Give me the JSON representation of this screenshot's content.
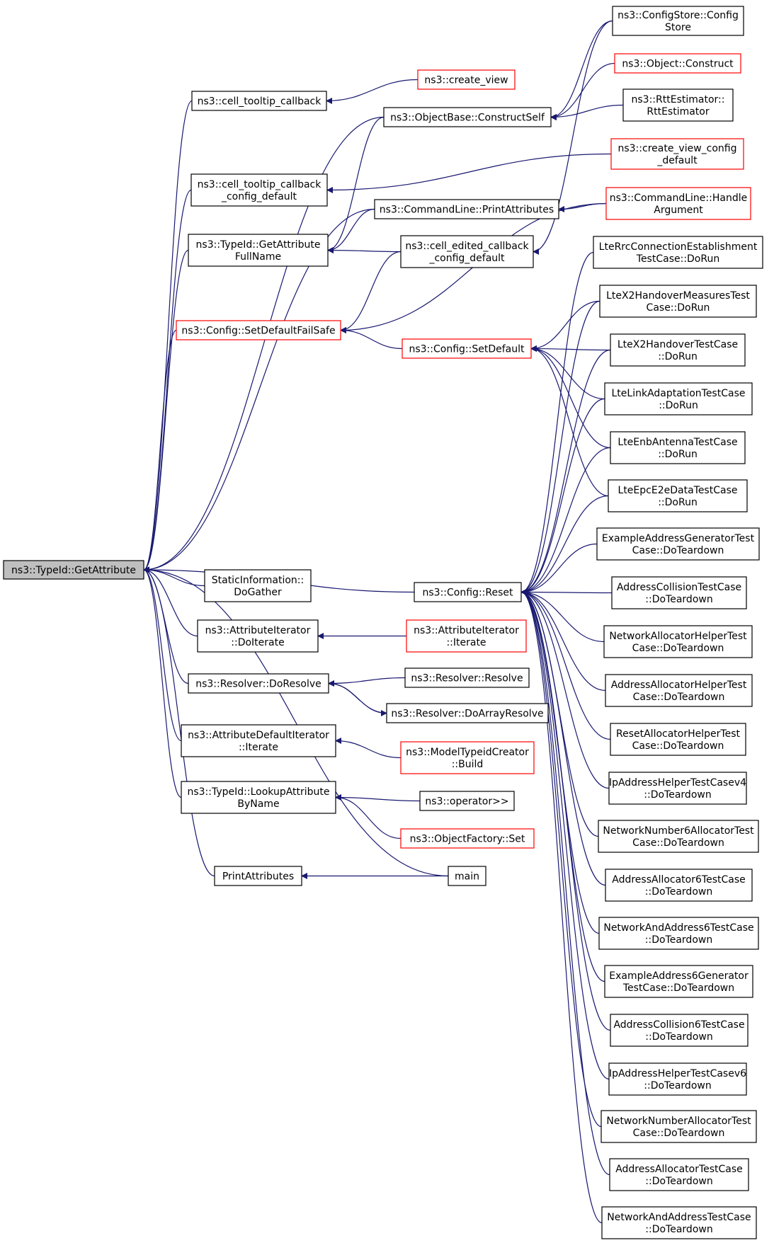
{
  "colors": {
    "edge": "#191970",
    "node_border": "#000000",
    "node_border_truncated": "#ff0000",
    "root_fill": "#bfbfbf"
  },
  "nodes": [
    {
      "id": "root",
      "lines": [
        "ns3::TypeId::GetAttribute"
      ],
      "style": "root"
    },
    {
      "id": "ctc",
      "lines": [
        "ns3::cell_tooltip_callback"
      ],
      "style": "normal"
    },
    {
      "id": "cv",
      "lines": [
        "ns3::create_view"
      ],
      "style": "red"
    },
    {
      "id": "obcs",
      "lines": [
        "ns3::ObjectBase::ConstructSelf"
      ],
      "style": "normal"
    },
    {
      "id": "csc",
      "lines": [
        "ns3::ConfigStore::Config",
        "Store"
      ],
      "style": "normal"
    },
    {
      "id": "oc",
      "lines": [
        "ns3::Object::Construct"
      ],
      "style": "red"
    },
    {
      "id": "rtt",
      "lines": [
        "ns3::RttEstimator::",
        "RttEstimator"
      ],
      "style": "normal"
    },
    {
      "id": "ctcd",
      "lines": [
        "ns3::cell_tooltip_callback",
        "_config_default"
      ],
      "style": "normal"
    },
    {
      "id": "cvcd",
      "lines": [
        "ns3::create_view_config",
        "_default"
      ],
      "style": "red"
    },
    {
      "id": "clpa",
      "lines": [
        "ns3::CommandLine::PrintAttributes"
      ],
      "style": "normal"
    },
    {
      "id": "clha",
      "lines": [
        "ns3::CommandLine::Handle",
        "Argument"
      ],
      "style": "red"
    },
    {
      "id": "tgafn",
      "lines": [
        "ns3::TypeId::GetAttribute",
        "FullName"
      ],
      "style": "normal"
    },
    {
      "id": "cecd",
      "lines": [
        "ns3::cell_edited_callback",
        "_config_default"
      ],
      "style": "normal"
    },
    {
      "id": "ltercc",
      "lines": [
        "LteRrcConnectionEstablishment",
        "TestCase::DoRun"
      ],
      "style": "normal"
    },
    {
      "id": "sdfs",
      "lines": [
        "ns3::Config::SetDefaultFailSafe"
      ],
      "style": "red"
    },
    {
      "id": "ltex2hm",
      "lines": [
        "LteX2HandoverMeasuresTest",
        "Case::DoRun"
      ],
      "style": "normal"
    },
    {
      "id": "sd",
      "lines": [
        "ns3::Config::SetDefault"
      ],
      "style": "red"
    },
    {
      "id": "ltex2h",
      "lines": [
        "LteX2HandoverTestCase",
        "::DoRun"
      ],
      "style": "normal"
    },
    {
      "id": "ltela",
      "lines": [
        "LteLinkAdaptationTestCase",
        "::DoRun"
      ],
      "style": "normal"
    },
    {
      "id": "lteea",
      "lines": [
        "LteEnbAntennaTestCase",
        "::DoRun"
      ],
      "style": "normal"
    },
    {
      "id": "lteepc",
      "lines": [
        "LteEpcE2eDataTestCase",
        "::DoRun"
      ],
      "style": "normal"
    },
    {
      "id": "eagt",
      "lines": [
        "ExampleAddressGeneratorTest",
        "Case::DoTeardown"
      ],
      "style": "normal"
    },
    {
      "id": "sig",
      "lines": [
        "StaticInformation::",
        "DoGather"
      ],
      "style": "normal"
    },
    {
      "id": "creset",
      "lines": [
        "ns3::Config::Reset"
      ],
      "style": "normal"
    },
    {
      "id": "act",
      "lines": [
        "AddressCollisionTestCase",
        "::DoTeardown"
      ],
      "style": "normal"
    },
    {
      "id": "aidi",
      "lines": [
        "ns3::AttributeIterator",
        "::DoIterate"
      ],
      "style": "normal"
    },
    {
      "id": "aii",
      "lines": [
        "ns3::AttributeIterator",
        "::Iterate"
      ],
      "style": "red"
    },
    {
      "id": "naht",
      "lines": [
        "NetworkAllocatorHelperTest",
        "Case::DoTeardown"
      ],
      "style": "normal"
    },
    {
      "id": "rdr",
      "lines": [
        "ns3::Resolver::DoResolve"
      ],
      "style": "normal"
    },
    {
      "id": "rr",
      "lines": [
        "ns3::Resolver::Resolve"
      ],
      "style": "normal"
    },
    {
      "id": "aaht",
      "lines": [
        "AddressAllocatorHelperTest",
        "Case::DoTeardown"
      ],
      "style": "normal"
    },
    {
      "id": "rdar",
      "lines": [
        "ns3::Resolver::DoArrayResolve"
      ],
      "style": "normal"
    },
    {
      "id": "raht",
      "lines": [
        "ResetAllocatorHelperTest",
        "Case::DoTeardown"
      ],
      "style": "normal"
    },
    {
      "id": "adi",
      "lines": [
        "ns3::AttributeDefaultIterator",
        "::Iterate"
      ],
      "style": "normal"
    },
    {
      "id": "mtcb",
      "lines": [
        "ns3::ModelTypeidCreator",
        "::Build"
      ],
      "style": "red"
    },
    {
      "id": "iahv4",
      "lines": [
        "IpAddressHelperTestCasev4",
        "::DoTeardown"
      ],
      "style": "normal"
    },
    {
      "id": "tlabn",
      "lines": [
        "ns3::TypeId::LookupAttribute",
        "ByName"
      ],
      "style": "normal"
    },
    {
      "id": "opr",
      "lines": [
        "ns3::operator>>"
      ],
      "style": "normal"
    },
    {
      "id": "nn6a",
      "lines": [
        "NetworkNumber6AllocatorTest",
        "Case::DoTeardown"
      ],
      "style": "normal"
    },
    {
      "id": "ofs",
      "lines": [
        "ns3::ObjectFactory::Set"
      ],
      "style": "red"
    },
    {
      "id": "pa",
      "lines": [
        "PrintAttributes"
      ],
      "style": "normal"
    },
    {
      "id": "main",
      "lines": [
        "main"
      ],
      "style": "normal"
    },
    {
      "id": "aa6",
      "lines": [
        "AddressAllocator6TestCase",
        "::DoTeardown"
      ],
      "style": "normal"
    },
    {
      "id": "naa6",
      "lines": [
        "NetworkAndAddress6TestCase",
        "::DoTeardown"
      ],
      "style": "normal"
    },
    {
      "id": "ea6g",
      "lines": [
        "ExampleAddress6Generator",
        "TestCase::DoTeardown"
      ],
      "style": "normal"
    },
    {
      "id": "ac6",
      "lines": [
        "AddressCollision6TestCase",
        "::DoTeardown"
      ],
      "style": "normal"
    },
    {
      "id": "iahv6",
      "lines": [
        "IpAddressHelperTestCasev6",
        "::DoTeardown"
      ],
      "style": "normal"
    },
    {
      "id": "nnat",
      "lines": [
        "NetworkNumberAllocatorTest",
        "Case::DoTeardown"
      ],
      "style": "normal"
    },
    {
      "id": "aat",
      "lines": [
        "AddressAllocatorTestCase",
        "::DoTeardown"
      ],
      "style": "normal"
    },
    {
      "id": "naat",
      "lines": [
        "NetworkAndAddressTestCase",
        "::DoTeardown"
      ],
      "style": "normal"
    }
  ],
  "edges": [
    {
      "from": "ctc",
      "to": "root"
    },
    {
      "from": "obcs",
      "to": "root"
    },
    {
      "from": "ctcd",
      "to": "root"
    },
    {
      "from": "tgafn",
      "to": "root"
    },
    {
      "from": "clpa",
      "to": "root"
    },
    {
      "from": "sdfs",
      "to": "root"
    },
    {
      "from": "creset",
      "to": "root"
    },
    {
      "from": "sig",
      "to": "root"
    },
    {
      "from": "aidi",
      "to": "root"
    },
    {
      "from": "rdr",
      "to": "root"
    },
    {
      "from": "adi",
      "to": "root"
    },
    {
      "from": "tlabn",
      "to": "root"
    },
    {
      "from": "main",
      "to": "root"
    },
    {
      "from": "pa",
      "to": "root"
    },
    {
      "from": "cv",
      "to": "ctc"
    },
    {
      "from": "csc",
      "to": "obcs"
    },
    {
      "from": "oc",
      "to": "obcs"
    },
    {
      "from": "rtt",
      "to": "obcs"
    },
    {
      "from": "cvcd",
      "to": "ctcd"
    },
    {
      "from": "obcs",
      "to": "tgafn"
    },
    {
      "from": "clpa",
      "to": "tgafn"
    },
    {
      "from": "cecd",
      "to": "tgafn"
    },
    {
      "from": "clha",
      "to": "clpa"
    },
    {
      "from": "csc",
      "to": "cecd"
    },
    {
      "from": "cecd",
      "to": "sdfs"
    },
    {
      "from": "clha",
      "to": "sdfs"
    },
    {
      "from": "sd",
      "to": "sdfs"
    },
    {
      "from": "ltex2hm",
      "to": "sd"
    },
    {
      "from": "ltex2h",
      "to": "sd"
    },
    {
      "from": "ltela",
      "to": "sd"
    },
    {
      "from": "lteea",
      "to": "sd"
    },
    {
      "from": "lteepc",
      "to": "sd"
    },
    {
      "from": "ltercc",
      "to": "creset"
    },
    {
      "from": "ltex2hm",
      "to": "creset"
    },
    {
      "from": "ltex2h",
      "to": "creset"
    },
    {
      "from": "ltela",
      "to": "creset"
    },
    {
      "from": "lteea",
      "to": "creset"
    },
    {
      "from": "lteepc",
      "to": "creset"
    },
    {
      "from": "eagt",
      "to": "creset"
    },
    {
      "from": "act",
      "to": "creset"
    },
    {
      "from": "naht",
      "to": "creset"
    },
    {
      "from": "aaht",
      "to": "creset"
    },
    {
      "from": "raht",
      "to": "creset"
    },
    {
      "from": "iahv4",
      "to": "creset"
    },
    {
      "from": "nn6a",
      "to": "creset"
    },
    {
      "from": "aa6",
      "to": "creset"
    },
    {
      "from": "naa6",
      "to": "creset"
    },
    {
      "from": "ea6g",
      "to": "creset"
    },
    {
      "from": "ac6",
      "to": "creset"
    },
    {
      "from": "iahv6",
      "to": "creset"
    },
    {
      "from": "nnat",
      "to": "creset"
    },
    {
      "from": "aat",
      "to": "creset"
    },
    {
      "from": "naat",
      "to": "creset"
    },
    {
      "from": "aii",
      "to": "aidi"
    },
    {
      "from": "rr",
      "to": "rdr"
    },
    {
      "from": "rdar",
      "to": "rdr"
    },
    {
      "from": "rdr",
      "to": "rdar"
    },
    {
      "from": "mtcb",
      "to": "adi"
    },
    {
      "from": "opr",
      "to": "tlabn"
    },
    {
      "from": "ofs",
      "to": "tlabn"
    },
    {
      "from": "main",
      "to": "pa"
    }
  ]
}
